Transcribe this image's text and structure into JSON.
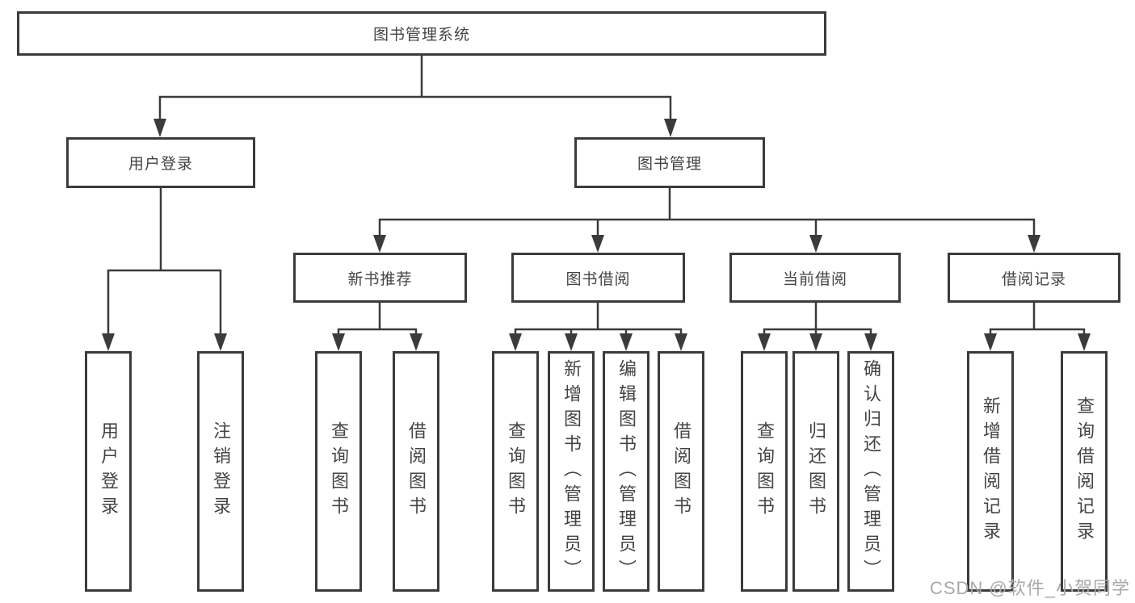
{
  "colors": {
    "line": "#3b3b3b",
    "box_border": "#3b3b3b",
    "text": "#444444",
    "watermark": "#a9a9a9",
    "background": "#ffffff"
  },
  "tree": {
    "root": {
      "label": "图书管理系统"
    },
    "children": [
      {
        "label": "用户登录",
        "children": [
          {
            "label": "用户登录"
          },
          {
            "label": "注销登录"
          }
        ]
      },
      {
        "label": "图书管理",
        "children": [
          {
            "label": "新书推荐",
            "children": [
              {
                "label": "查询图书"
              },
              {
                "label": "借阅图书"
              }
            ]
          },
          {
            "label": "图书借阅",
            "children": [
              {
                "label": "查询图书"
              },
              {
                "label": "新增图书（管理员）"
              },
              {
                "label": "编辑图书（管理员）"
              },
              {
                "label": "借阅图书"
              }
            ]
          },
          {
            "label": "当前借阅",
            "children": [
              {
                "label": "查询图书"
              },
              {
                "label": "归还图书"
              },
              {
                "label": "确认归还（管理员）"
              }
            ]
          },
          {
            "label": "借阅记录",
            "children": [
              {
                "label": "新增借阅记录"
              },
              {
                "label": "查询借阅记录"
              }
            ]
          }
        ]
      }
    ]
  },
  "watermark": {
    "text": "CSDN @软件_小贺同学"
  }
}
